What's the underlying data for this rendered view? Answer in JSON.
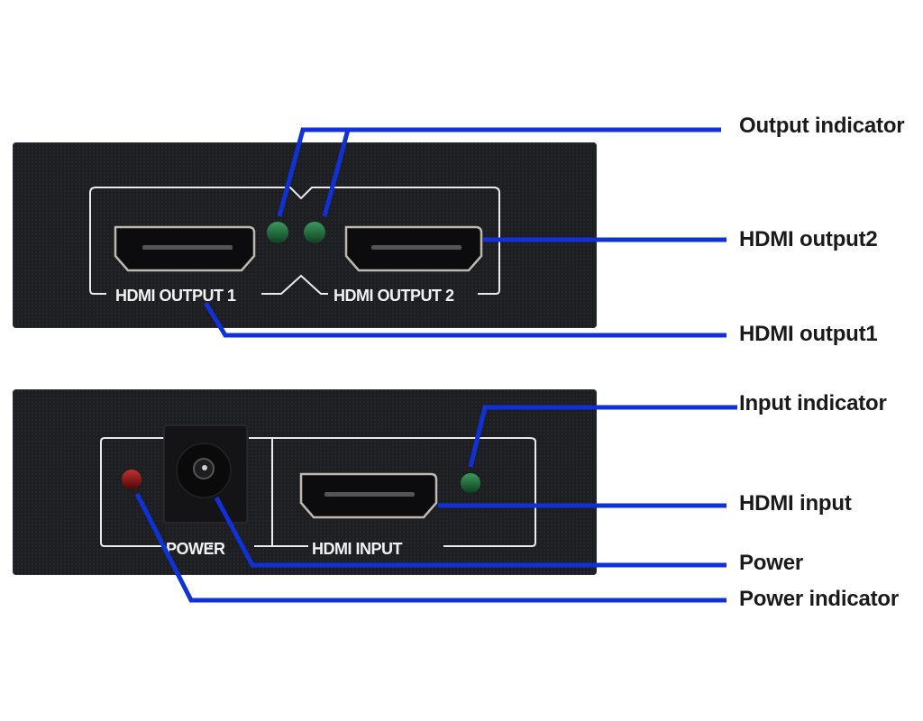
{
  "title": "HDMI splitter ports diagram",
  "colors": {
    "leader_line": "#1030d8",
    "device_body": "#1d1e22",
    "led_green": "#1f6b3a",
    "led_red": "#8a1414",
    "silkscreen": "#f2f2f2"
  },
  "front_panel": {
    "port1_label": "HDMI OUTPUT 1",
    "port2_label": "HDMI OUTPUT 2"
  },
  "back_panel": {
    "power_label": "POWER",
    "input_label": "HDMI INPUT"
  },
  "callouts": [
    {
      "id": "output-indicator",
      "label": "Output indicator"
    },
    {
      "id": "hdmi-output2",
      "label": "HDMI output2"
    },
    {
      "id": "hdmi-output1",
      "label": "HDMI output1"
    },
    {
      "id": "input-indicator",
      "label": "Input indicator"
    },
    {
      "id": "hdmi-input",
      "label": "HDMI input"
    },
    {
      "id": "power",
      "label": "Power"
    },
    {
      "id": "power-indicator",
      "label": "Power indicator"
    }
  ]
}
